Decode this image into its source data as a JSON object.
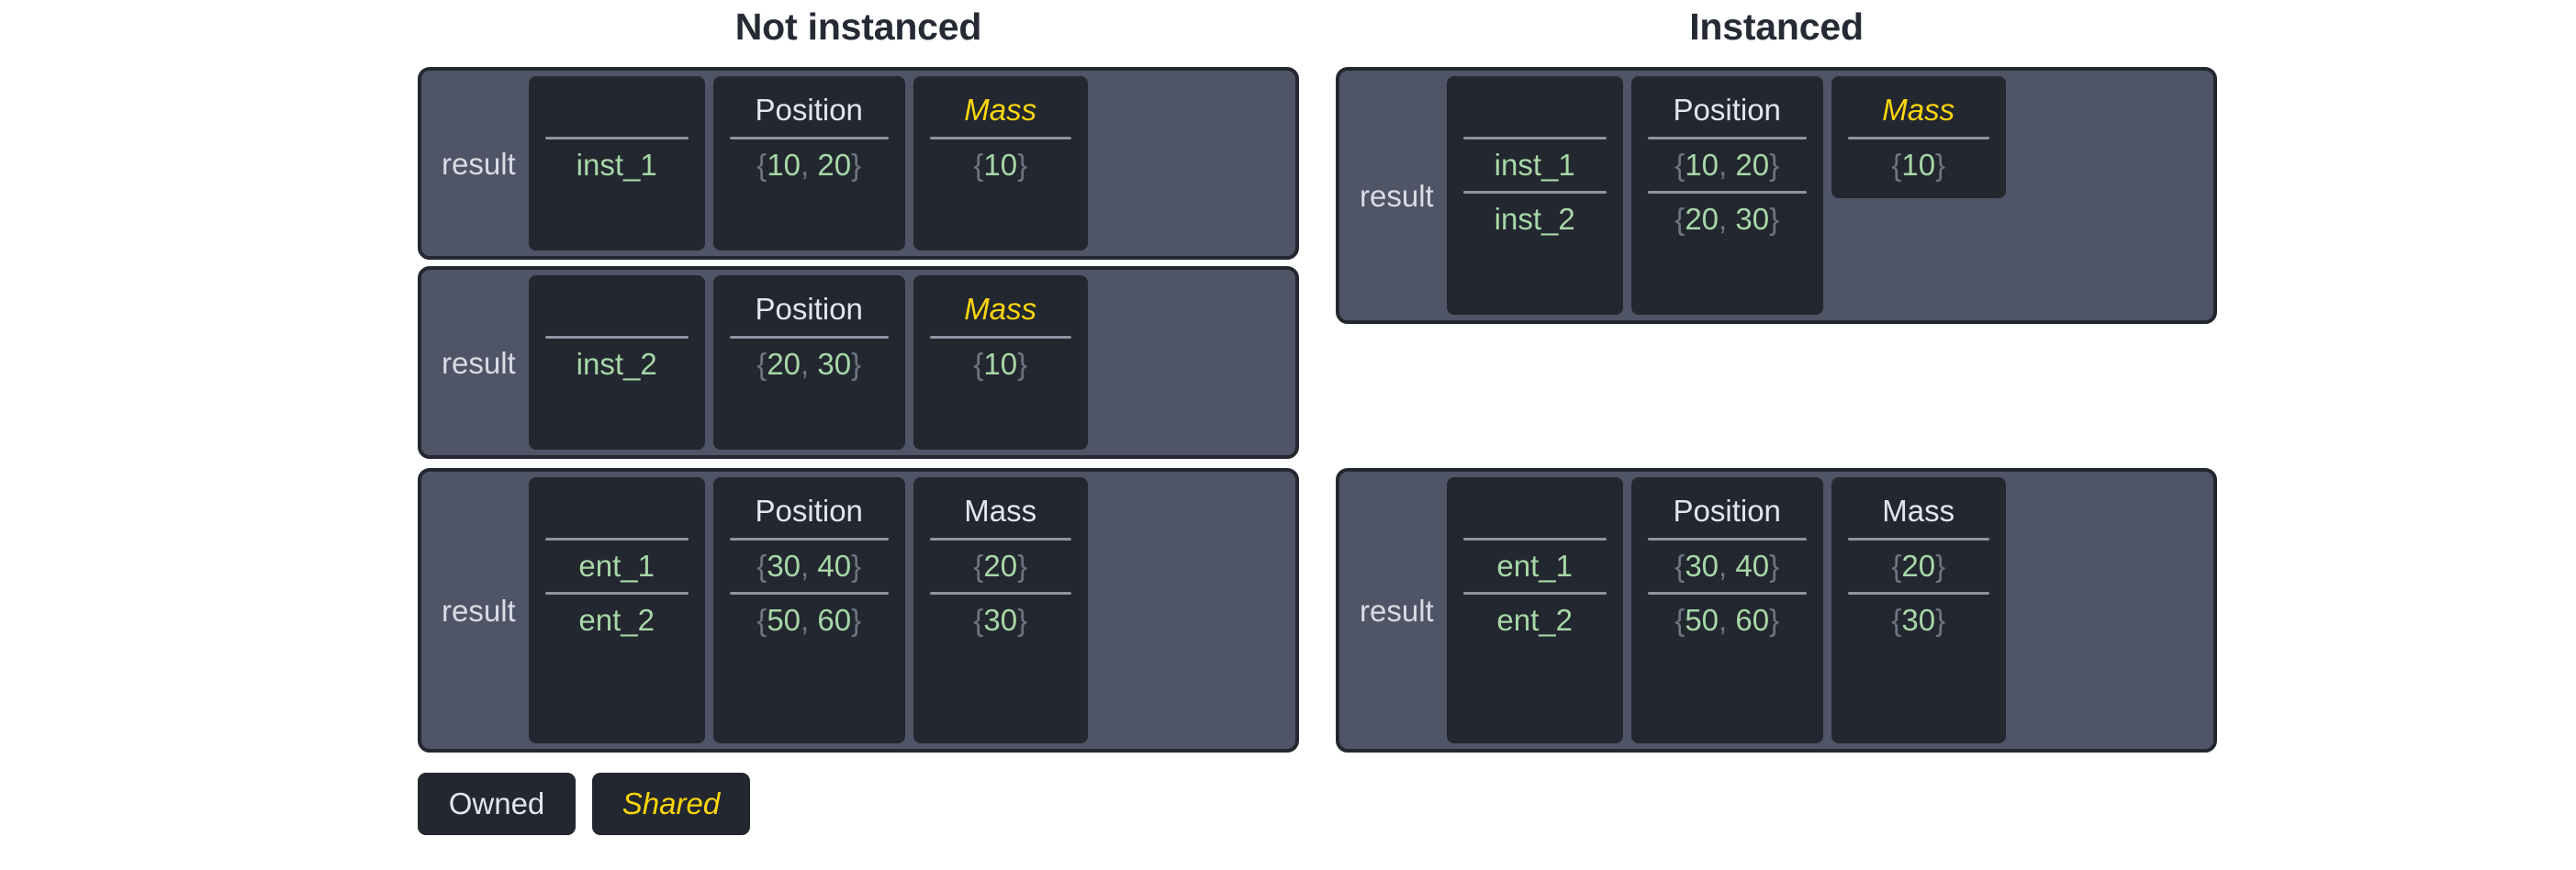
{
  "columns": {
    "left_title": "Not instanced",
    "right_title": "Instanced"
  },
  "labels": {
    "result": "result",
    "position_header": "Position",
    "mass_header": "Mass",
    "blank_header": ""
  },
  "legend": {
    "owned": "Owned",
    "shared": "Shared"
  },
  "colors": {
    "panel": "#4f5566",
    "cell": "#23272f",
    "border": "#23272f",
    "value_green": "#a7d7a8",
    "brace_gray": "#6d7482",
    "shared_yellow": "#fcd60b",
    "owned_white": "#e2e6ee",
    "rule_gray": "#8d95a3",
    "title_dark": "#252a34",
    "background": "#ffffff"
  },
  "not_instanced": {
    "card1": {
      "result": "result",
      "headers": {
        "name": "",
        "position": "Position",
        "mass": "Mass"
      },
      "rows": [
        {
          "name": "inst_1",
          "position": "{10, 20}",
          "pos_open": "{",
          "pos_a": "10",
          "pos_comma": ",",
          "pos_b": "20",
          "pos_close": "}",
          "mass": "{10}",
          "mass_open": "{",
          "mass_val": "10",
          "mass_close": "}"
        }
      ]
    },
    "card2": {
      "result": "result",
      "headers": {
        "name": "",
        "position": "Position",
        "mass": "Mass"
      },
      "rows": [
        {
          "name": "inst_2",
          "position": "{20, 30}",
          "pos_open": "{",
          "pos_a": "20",
          "pos_comma": ",",
          "pos_b": "30",
          "pos_close": "}",
          "mass": "{10}",
          "mass_open": "{",
          "mass_val": "10",
          "mass_close": "}"
        }
      ]
    },
    "card3": {
      "result": "result",
      "headers": {
        "name": "",
        "position": "Position",
        "mass": "Mass"
      },
      "rows": [
        {
          "name": "ent_1",
          "position": "{30, 40}",
          "pos_open": "{",
          "pos_a": "30",
          "pos_comma": ",",
          "pos_b": "40",
          "pos_close": "}",
          "mass": "{20}",
          "mass_open": "{",
          "mass_val": "20",
          "mass_close": "}"
        },
        {
          "name": "ent_2",
          "position": "{50, 60}",
          "pos_open": "{",
          "pos_a": "50",
          "pos_comma": ",",
          "pos_b": "60",
          "pos_close": "}",
          "mass": "{30}",
          "mass_open": "{",
          "mass_val": "30",
          "mass_close": "}"
        }
      ]
    }
  },
  "instanced": {
    "card1": {
      "result": "result",
      "headers": {
        "name": "",
        "position": "Position",
        "mass": "Mass"
      },
      "rows": [
        {
          "name": "inst_1",
          "position": "{10, 20}",
          "pos_open": "{",
          "pos_a": "10",
          "pos_comma": ",",
          "pos_b": "20",
          "pos_close": "}"
        },
        {
          "name": "inst_2",
          "position": "{20, 30}",
          "pos_open": "{",
          "pos_a": "20",
          "pos_comma": ",",
          "pos_b": "30",
          "pos_close": "}"
        }
      ],
      "shared_mass": {
        "mass": "{10}",
        "mass_open": "{",
        "mass_val": "10",
        "mass_close": "}"
      }
    },
    "card2": {
      "result": "result",
      "headers": {
        "name": "",
        "position": "Position",
        "mass": "Mass"
      },
      "rows": [
        {
          "name": "ent_1",
          "position": "{30, 40}",
          "pos_open": "{",
          "pos_a": "30",
          "pos_comma": ",",
          "pos_b": "40",
          "pos_close": "}",
          "mass": "{20}",
          "mass_open": "{",
          "mass_val": "20",
          "mass_close": "}"
        },
        {
          "name": "ent_2",
          "position": "{50, 60}",
          "pos_open": "{",
          "pos_a": "50",
          "pos_comma": ",",
          "pos_b": "60",
          "pos_close": "}",
          "mass": "{30}",
          "mass_open": "{",
          "mass_val": "30",
          "mass_close": "}"
        }
      ]
    }
  }
}
